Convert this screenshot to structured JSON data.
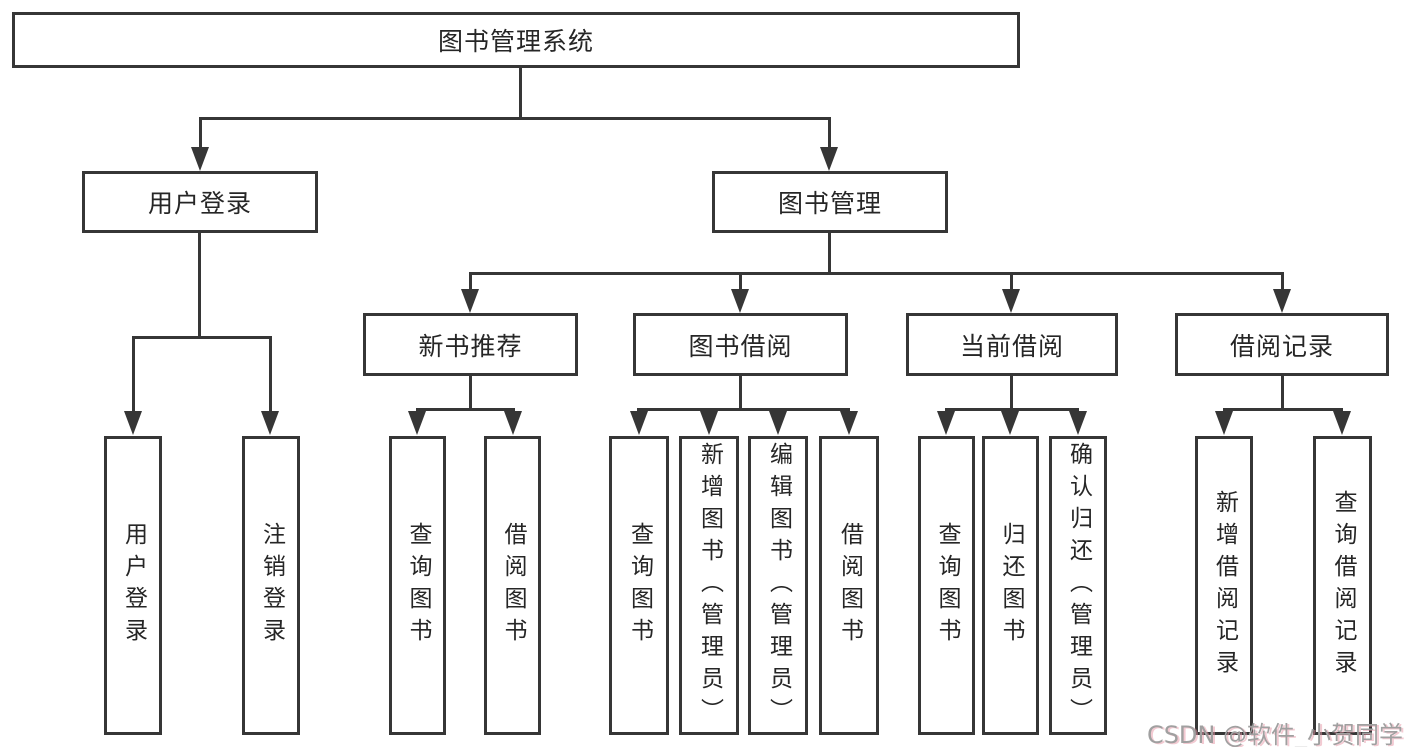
{
  "colors": {
    "line": "#363636",
    "node_border": "#363636",
    "node_background": "#ffffff",
    "text": "#262626",
    "watermark_gray": "#a0a0a0",
    "watermark_pink": "#e796a6"
  },
  "tree": {
    "root": "图书管理系统",
    "user_branch": {
      "label": "用户登录",
      "children": [
        "用户登录",
        "注销登录"
      ]
    },
    "book_branch": {
      "label": "图书管理",
      "groups": [
        {
          "label": "新书推荐",
          "children": [
            "查询图书",
            "借阅图书"
          ]
        },
        {
          "label": "图书借阅",
          "children": [
            "查询图书",
            "新增图书（管理员）",
            "编辑图书（管理员）",
            "借阅图书"
          ]
        },
        {
          "label": "当前借阅",
          "children": [
            "查询图书",
            "归还图书",
            "确认归还（管理员）"
          ]
        },
        {
          "label": "借阅记录",
          "children": [
            "新增借阅记录",
            "查询借阅记录"
          ]
        }
      ]
    }
  },
  "watermark": "CSDN @软件_小贺同学"
}
